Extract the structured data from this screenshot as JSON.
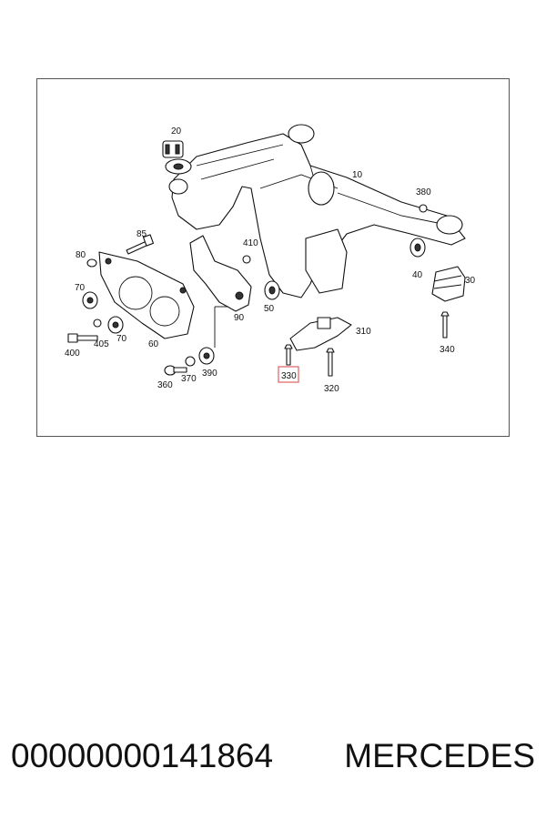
{
  "diagram": {
    "callouts": [
      {
        "id": "10",
        "label": "10"
      },
      {
        "id": "20",
        "label": "20"
      },
      {
        "id": "30",
        "label": "30"
      },
      {
        "id": "40",
        "label": "40"
      },
      {
        "id": "50",
        "label": "50"
      },
      {
        "id": "60",
        "label": "60"
      },
      {
        "id": "70a",
        "label": "70"
      },
      {
        "id": "70b",
        "label": "70"
      },
      {
        "id": "80",
        "label": "80"
      },
      {
        "id": "85",
        "label": "85"
      },
      {
        "id": "90",
        "label": "90"
      },
      {
        "id": "310",
        "label": "310"
      },
      {
        "id": "320",
        "label": "320"
      },
      {
        "id": "330",
        "label": "330",
        "highlighted": true
      },
      {
        "id": "340",
        "label": "340"
      },
      {
        "id": "360",
        "label": "360"
      },
      {
        "id": "370",
        "label": "370"
      },
      {
        "id": "380",
        "label": "380"
      },
      {
        "id": "390",
        "label": "390"
      },
      {
        "id": "400",
        "label": "400"
      },
      {
        "id": "405",
        "label": "405"
      },
      {
        "id": "410",
        "label": "410"
      }
    ],
    "highlight_color": "#e06060"
  },
  "footer": {
    "part_number": "00000000141864",
    "brand": "MERCEDES"
  }
}
